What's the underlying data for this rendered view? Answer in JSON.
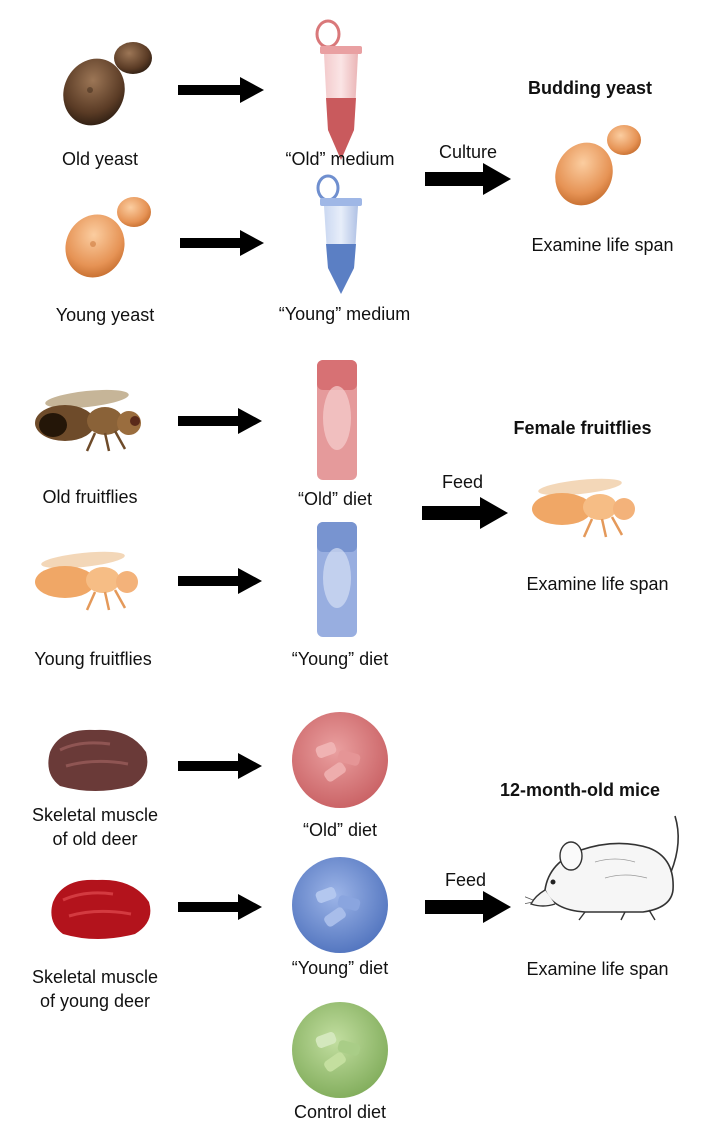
{
  "yeast_section": {
    "heading": "Budding yeast",
    "old_label": "Old yeast",
    "young_label": "Young yeast",
    "old_medium_label": "“Old” medium",
    "young_medium_label": "“Young” medium",
    "process_label": "Culture",
    "outcome_label": "Examine life span"
  },
  "fly_section": {
    "heading": "Female fruitflies",
    "old_label": "Old fruitflies",
    "young_label": "Young fruitflies",
    "old_diet_label": "“Old” diet",
    "young_diet_label": "“Young” diet",
    "process_label": "Feed",
    "outcome_label": "Examine life span"
  },
  "mouse_section": {
    "heading": "12-month-old mice",
    "old_label_line1": "Skeletal muscle",
    "old_label_line2": "of old deer",
    "young_label_line1": "Skeletal muscle",
    "young_label_line2": "of young deer",
    "old_diet_label": "“Old” diet",
    "young_diet_label": "“Young” diet",
    "control_diet_label": "Control diet",
    "process_label": "Feed",
    "outcome_label": "Examine life span"
  },
  "colors": {
    "old_yeast": "#6b4a33",
    "young_yeast": "#e89a5e",
    "old_red": "#d9787a",
    "young_blue": "#6f8fcf",
    "control_green": "#9cc27a",
    "arrow": "#000000"
  }
}
